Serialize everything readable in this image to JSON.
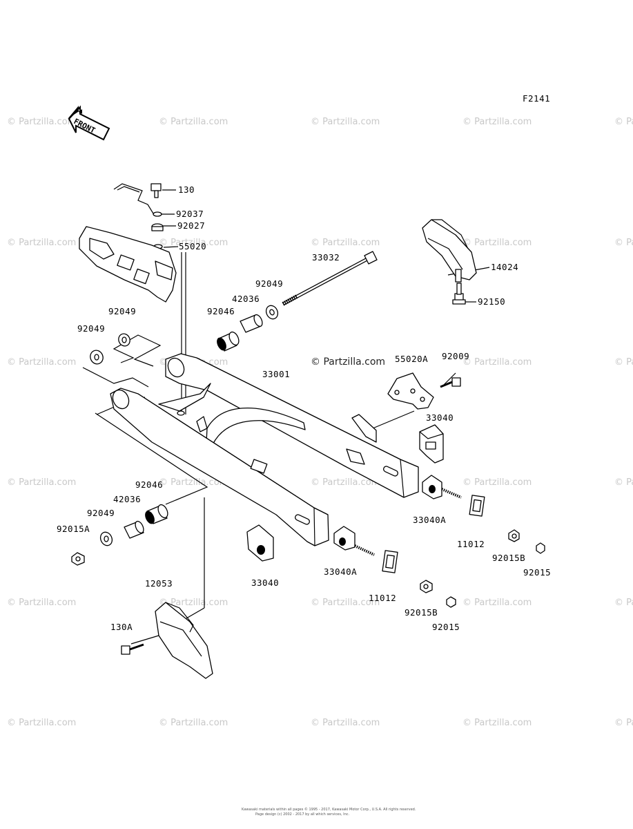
{
  "diagram_code": "F2141",
  "front_arrow_text": "FRONT",
  "watermark": "© Partzilla.com",
  "center_watermark": "© Partzilla.com",
  "copyright_lines": [
    "Kawasaki materials within all pages © 1995 - 2017, Kawasaki Motor Corp., U.S.A. All rights reserved.",
    "Page design (c) 2002 - 2017 by all which services, Inc."
  ],
  "labels": {
    "p130": "130",
    "p92037": "92037",
    "p92027": "92027",
    "p55020": "55020",
    "p33032": "33032",
    "p14024": "14024",
    "p92150": "92150",
    "p92049_a": "92049",
    "p42036_a": "42036",
    "p92046_a": "92046",
    "p92049_b": "92049",
    "p92049_c": "92049",
    "p33001": "33001",
    "p55020A": "55020A",
    "p92009": "92009",
    "p33040_a": "33040",
    "p33040A_a": "33040A",
    "p11012_a": "11012",
    "p92015B_a": "92015B",
    "p92015_a": "92015",
    "p92046_b": "92046",
    "p42036_b": "42036",
    "p92049_d": "92049",
    "p92015A": "92015A",
    "p33040_b": "33040",
    "p33040A_b": "33040A",
    "p11012_b": "11012",
    "p92015B_b": "92015B",
    "p92015_b": "92015",
    "p12053": "12053",
    "p130A": "130A"
  }
}
